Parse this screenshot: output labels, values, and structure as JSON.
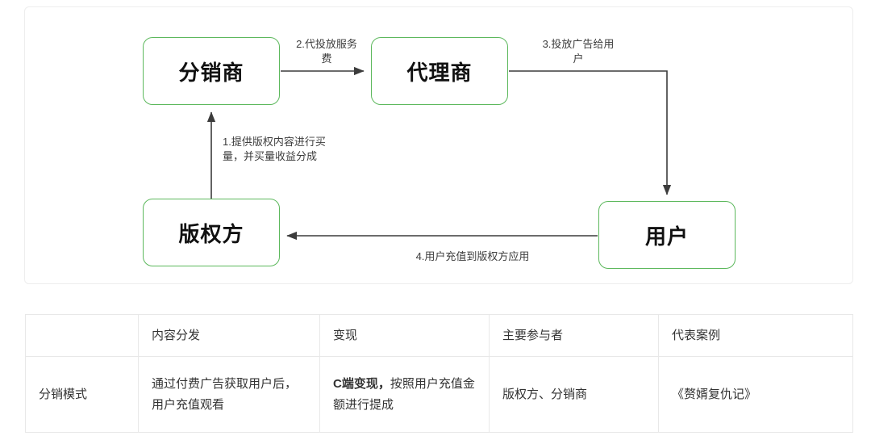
{
  "diagram": {
    "nodes": [
      {
        "id": "distributor",
        "label": "分销商"
      },
      {
        "id": "agency",
        "label": "代理商"
      },
      {
        "id": "copyright",
        "label": "版权方"
      },
      {
        "id": "user",
        "label": "用户"
      }
    ],
    "edges": [
      {
        "id": "edge1",
        "label": "1.提供版权内容进行买\n量，并买量收益分成",
        "from": "copyright",
        "to": "distributor"
      },
      {
        "id": "edge2",
        "label": "2.代投放服务\n费",
        "from": "distributor",
        "to": "agency"
      },
      {
        "id": "edge3",
        "label": "3.投放广告给用\n户",
        "from": "agency",
        "to": "user"
      },
      {
        "id": "edge4",
        "label": "4.用户充值到版权方应用",
        "from": "user",
        "to": "copyright"
      }
    ],
    "colors": {
      "node_border": "#5cb85c",
      "arrow": "#3c3c3c",
      "card_border": "#ededed"
    }
  },
  "table": {
    "headers": [
      "",
      "内容分发",
      "变现",
      "主要参与者",
      "代表案例"
    ],
    "rows": [
      {
        "mode": "分销模式",
        "distribution": "通过付费广告获取用户后，用户充值观看",
        "monetization_bold": "C端变现，",
        "monetization_rest": "按照用户充值金额进行提成",
        "participants": "版权方、分销商",
        "case": "《赘婿复仇记》"
      }
    ]
  }
}
